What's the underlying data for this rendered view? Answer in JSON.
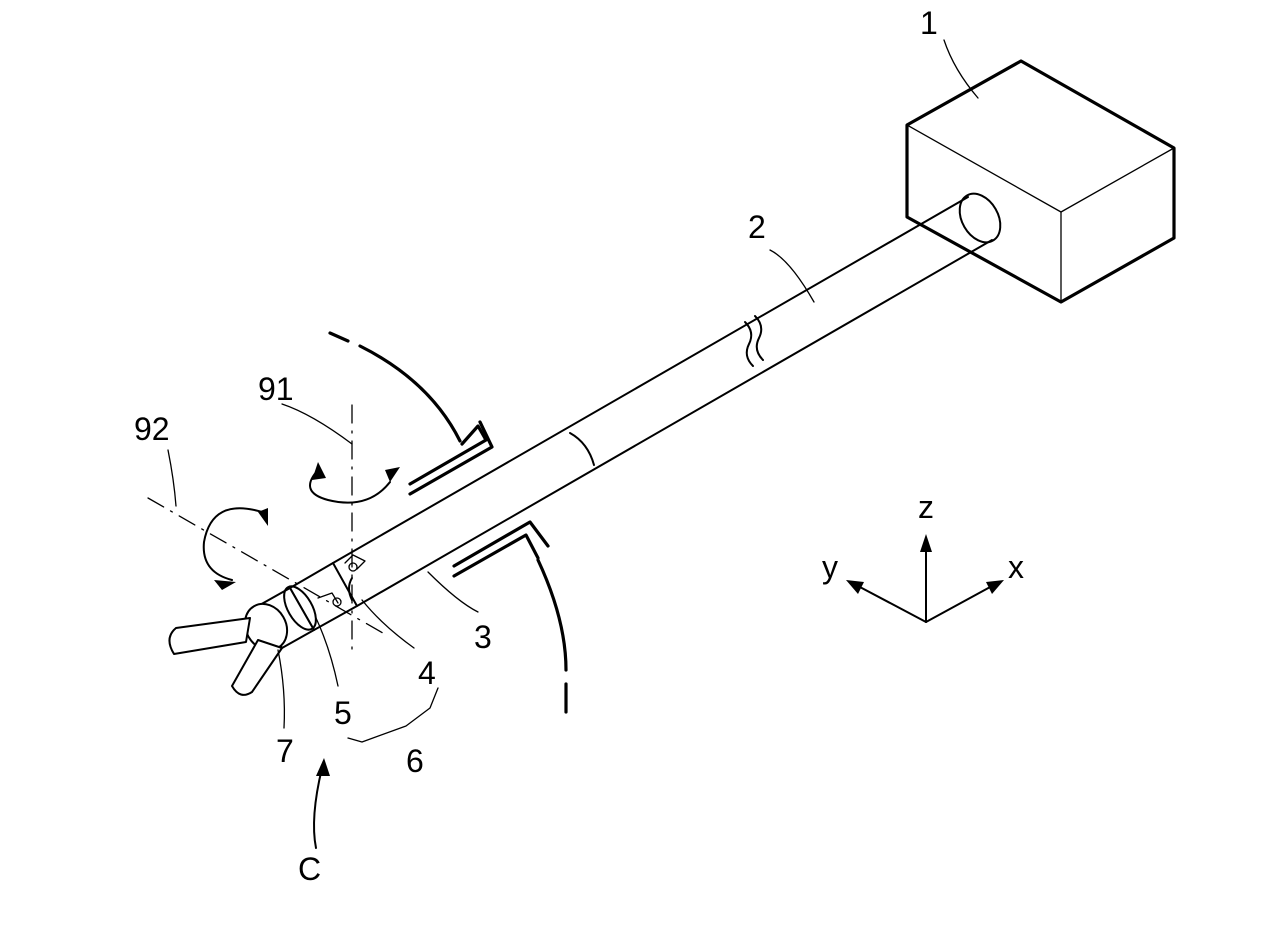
{
  "labels": {
    "box": "1",
    "shaft": "2",
    "tube": "3",
    "joint_a": "4",
    "joint_b": "5",
    "joint_group": "6",
    "jaws": "7",
    "axis_91": "91",
    "axis_92": "92",
    "view": "C",
    "axis_x": "x",
    "axis_y": "y",
    "axis_z": "z"
  },
  "colors": {
    "ink": "#000000",
    "paper": "#ffffff"
  }
}
